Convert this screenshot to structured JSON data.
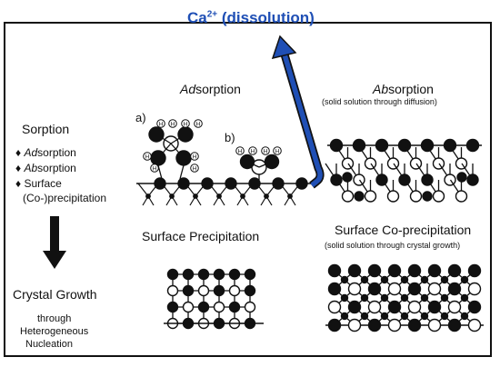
{
  "top_label": {
    "ion": "Ca",
    "charge": "2+",
    "suffix": " (dissolution)",
    "color": "#1f4fb5"
  },
  "left_panel": {
    "sorption_title": "Sorption",
    "bullets": [
      {
        "prefix": "",
        "em": "Ad",
        "rest": "sorption"
      },
      {
        "prefix": "",
        "em": "Ab",
        "rest": "sorption"
      },
      {
        "prefix": "",
        "em": "",
        "rest": "Surface"
      }
    ],
    "bullet_glyph": "♦",
    "coprecip": "(Co-)precipitation",
    "growth_title": "Crystal Growth",
    "growth_lines": [
      "through",
      "Heterogeneous",
      "Nucleation"
    ]
  },
  "panels": {
    "adsorption": {
      "em": "Ad",
      "rest": "sorption"
    },
    "absorption": {
      "em": "Ab",
      "rest": "sorption",
      "sub": "(solid solution through diffusion)"
    },
    "precipitation": {
      "title": "Surface Precipitation"
    },
    "coprecipitation": {
      "title": "Surface Co-precipitation",
      "sub": "(solid solution through crystal growth)"
    }
  },
  "markers": {
    "a": "a)",
    "b": "b)",
    "h": "H"
  }
}
